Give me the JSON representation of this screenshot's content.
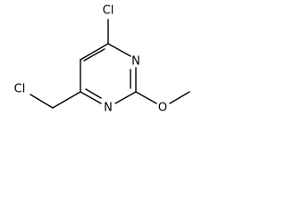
{
  "atoms": {
    "cl_top": "Cl",
    "n_right": "N",
    "n_bottom": "N",
    "o_methoxy": "O",
    "cl_left": "Cl"
  },
  "colors": {
    "bond": "#000000",
    "text": "#000000",
    "background": "#ffffff"
  }
}
